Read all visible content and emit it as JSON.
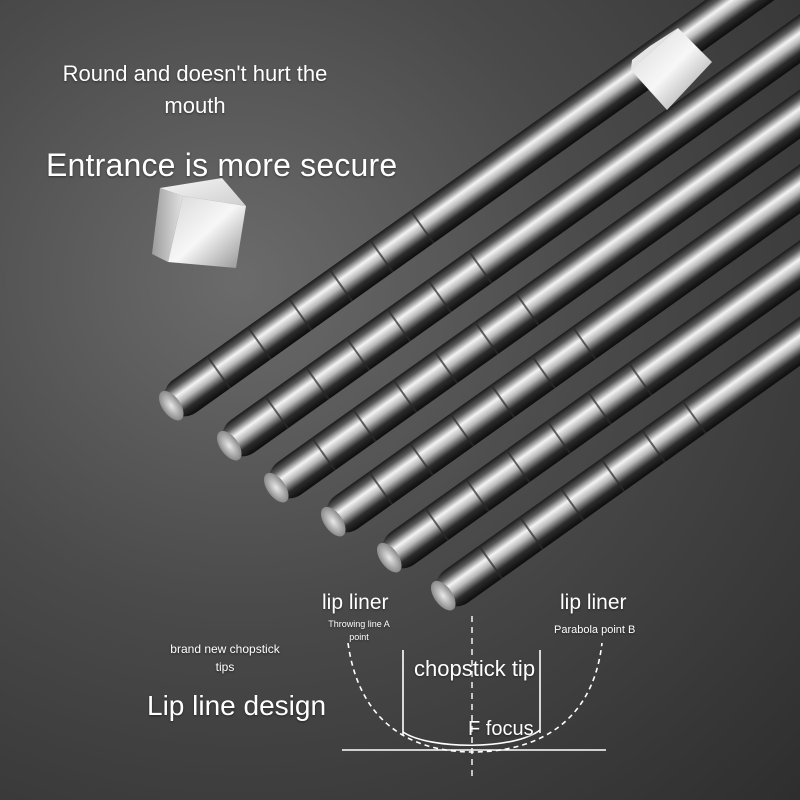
{
  "headline": {
    "round_line1": "Round and doesn't hurt the",
    "round_line2": "mouth",
    "secure": "Entrance is more secure"
  },
  "diagram": {
    "left_label": "lip liner",
    "left_point": "Throwing line A point",
    "right_label": "lip liner",
    "right_point": "Parabola point B",
    "tip_label": "chopstick tip",
    "focus_label": "F focus"
  },
  "side_caption": {
    "brand_line1": "brand new chopstick",
    "brand_line2": "tips",
    "design": "Lip line design"
  },
  "colors": {
    "background_dark": "#2e2e2e",
    "steel_highlight": "#ffffff",
    "text": "#ffffff"
  }
}
